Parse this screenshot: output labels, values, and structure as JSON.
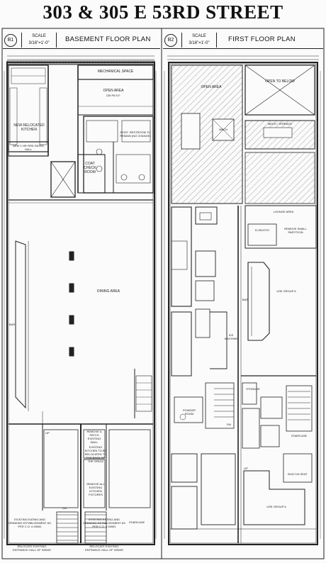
{
  "title": "303 & 305 E 53RD STREET",
  "basement": {
    "sheet": "B1",
    "scale_label": "SCALE",
    "scale": "3/16\"=1'-0\"",
    "plan_title": "BASEMENT FLOOR PLAN",
    "labels": {
      "mechanical": "MECHANICAL SPACE",
      "open_area": "OPEN AREA",
      "open_area_sf": "126 PA S.F.",
      "kitchen": "NEW RELOCATED KITCHEN",
      "fire_hall": "NEW 2 HR FIRE RATED HALL",
      "coat_room": "COAT CHECK ROOM",
      "existing_restroom": "EXIST. RESTROOM TO REMAIN (NO CHANGE)",
      "dining": "DINING AREA",
      "bar": "BAR",
      "remove_wall": "REMOVE & PATCH EXISTING WALL",
      "existing_kitchen": "EXISTING KITCHEN TO BE RELOCATED TO THE BACK OF THE SPACE",
      "remove_fixtures": "REMOVE ALL EXISTING KITCHEN FIXTURES",
      "existing_eating_left": "EXISTING EATING AND DRINKING ESTABLISHMENT AS PER C.O. # 45081",
      "existing_eating_right": "EXISTING EATING AND DRINKING ESTABLISHMENT AS PER C.O. # 45081",
      "relocate_left": "RELOCATE EXISTING ENTRANCE HALL OF INSIDE",
      "relocate_right": "RELOCATE EXISTING ENTRANCE HALL OF INSIDE",
      "up": "UP",
      "dn": "DN",
      "stair": "STAIRCASE"
    }
  },
  "first": {
    "sheet": "B2",
    "scale_label": "SCALE",
    "scale": "3/16\"=1'-0\"",
    "plan_title": "FIRST FLOOR PLAN",
    "labels": {
      "open_area": "OPEN AREA",
      "open_to_below": "OPEN TO BELOW",
      "terrace": "MECH / TERRACE",
      "mech": "MECH",
      "lounge": "LOUNGE AREA",
      "dj_booth": "DJ BOOTH",
      "remove_partition": "REMOVE SMALL PARTITION",
      "bar": "BAR",
      "use_group_top": "USE GROUP 6",
      "use_group_bottom": "USE GROUP 6",
      "storage": "STORAGE",
      "powder": "POWDER ROOM",
      "ice": "ICE MACHINE",
      "builtin": "BUILT-IN SEAT",
      "stair": "STAIRCASE",
      "up": "UP",
      "dn": "DN"
    }
  }
}
